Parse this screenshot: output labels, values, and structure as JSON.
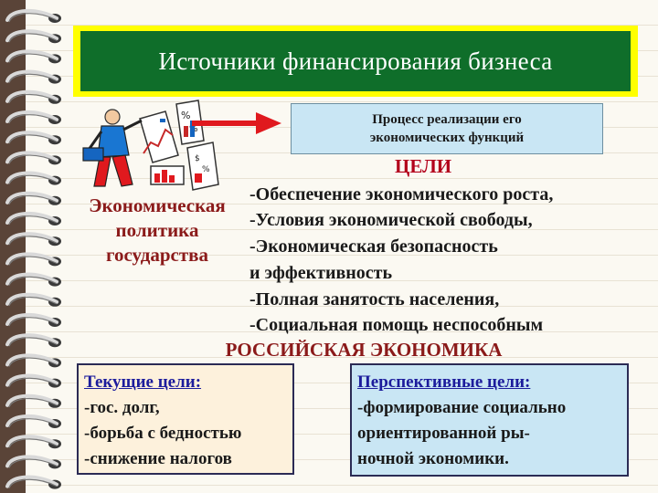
{
  "title": "Источники финансирования бизнеса",
  "process": {
    "line1": "Процесс реализации его",
    "line2": "экономических функций"
  },
  "goals": {
    "title": "ЦЕЛИ",
    "items": [
      "-Обеспечение экономического роста,",
      "-Условия экономической свободы,",
      "-Экономическая безопасность",
      "и эффективность",
      "-Полная занятость населения,",
      "-Социальная помощь неспособным"
    ]
  },
  "policy": {
    "line1": "Экономическая",
    "line2": "политика",
    "line3": "государства"
  },
  "economy_label": "РОССИЙСКАЯ ЭКОНОМИКА",
  "current_goals": {
    "title": "Текущие цели:",
    "items": [
      "-гос. долг,",
      "-борьба с бедностью",
      "-снижение налогов"
    ]
  },
  "future_goals": {
    "title": "Перспективные цели:",
    "items": [
      "-формирование социально",
      "ориентированной ры-",
      "ночной экономики."
    ]
  },
  "colors": {
    "title_bg": "#0f6e2a",
    "title_border": "#ffff00",
    "goals_title": "#b3001b",
    "label_red": "#8b1a1a",
    "panel_blue": "#c9e6f4",
    "panel_cream": "#fdf1dc",
    "arrow": "#e0191e"
  },
  "icons": {
    "binding": "spiral-binding-icon",
    "clipart": "business-chart-clipart-icon",
    "arrow": "right-arrow-icon"
  }
}
